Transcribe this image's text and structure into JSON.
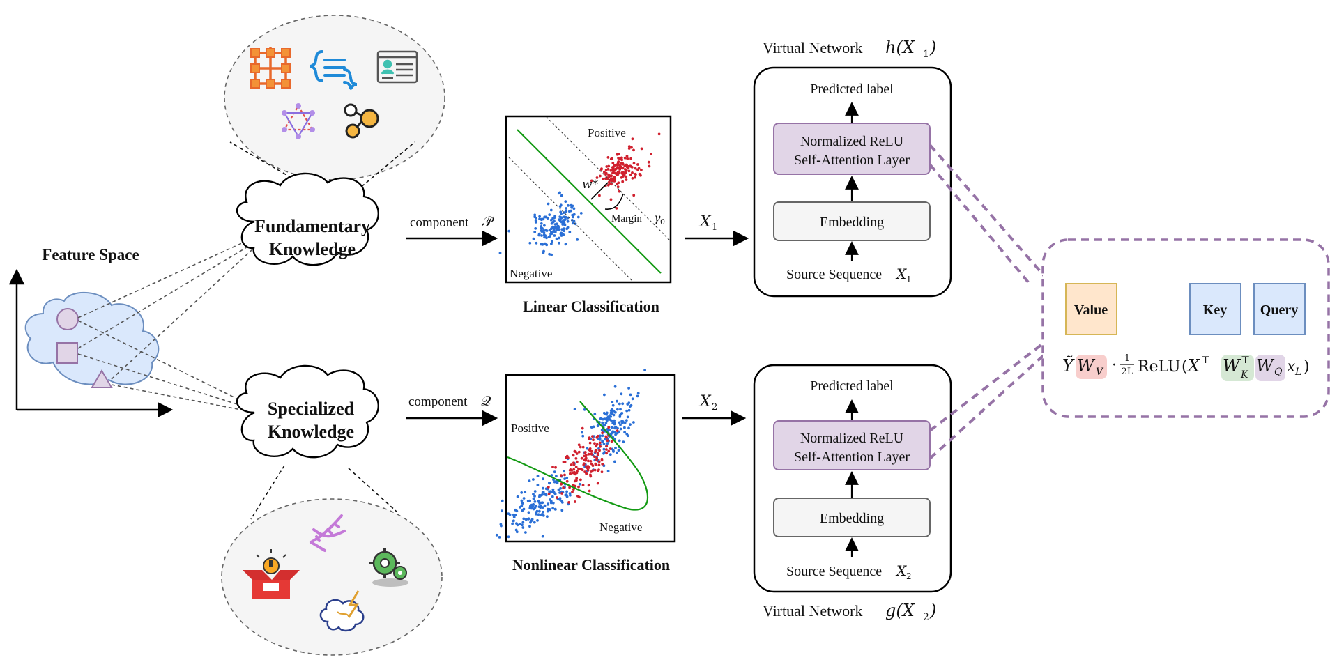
{
  "feature_space": {
    "title": "Feature Space"
  },
  "knowledge": {
    "fundamental": {
      "line1": "Fundamentary",
      "line2": "Knowledge"
    },
    "specialized": {
      "line1": "Specialized",
      "line2": "Knowledge"
    }
  },
  "components": {
    "p_label": "component",
    "p_symbol": "𝒫",
    "q_label": "component",
    "q_symbol": "𝒬"
  },
  "linear_plot": {
    "caption": "Linear Classification",
    "positive": "Positive",
    "negative": "Negative",
    "w_label": "w*",
    "margin_label": "Margin",
    "gamma_label": "γ",
    "gamma_sub": "0"
  },
  "nonlinear_plot": {
    "caption": "Nonlinear Classification",
    "positive": "Positive",
    "negative": "Negative"
  },
  "inputs": {
    "x1": "X",
    "x1_sub": "1",
    "x2": "X",
    "x2_sub": "2"
  },
  "network_top": {
    "title_prefix": "Virtual Network",
    "title_fn": "h(X",
    "title_sub": "1",
    "title_end": ")",
    "predicted": "Predicted label",
    "attention_line1": "Normalized ReLU",
    "attention_line2": "Self-Attention Layer",
    "embedding": "Embedding",
    "source_prefix": "Source Sequence",
    "source_var": "X",
    "source_sub": "1"
  },
  "network_bottom": {
    "title_prefix": "Virtual Network",
    "title_fn": "g(X",
    "title_sub": "2",
    "title_end": ")",
    "predicted": "Predicted label",
    "attention_line1": "Normalized ReLU",
    "attention_line2": "Self-Attention Layer",
    "embedding": "Embedding",
    "source_prefix": "Source Sequence",
    "source_var": "X",
    "source_sub": "2"
  },
  "attention_detail": {
    "value": "Value",
    "key": "Key",
    "query": "Query",
    "formula": {
      "y": "Ỹ",
      "wv": "W",
      "wv_sub": "V",
      "dot": "·",
      "frac_num": "1",
      "frac_den": "2L",
      "relu": "ReLU",
      "open": "(",
      "x": "X",
      "x_sup": "⊤",
      "wk": "W",
      "wk_sup": "⊤",
      "wk_sub": "K",
      "wq": "W",
      "wq_sub": "Q",
      "xl": "x",
      "xl_sub": "L",
      "close": ")"
    }
  },
  "icons": {
    "fundamental": [
      "grid-network-icon",
      "code-list-icon",
      "id-card-icon",
      "star-of-david-icon",
      "molecule-icon"
    ],
    "specialized": [
      "dna-icon",
      "idea-box-icon",
      "gear-icon",
      "brain-lightning-icon"
    ]
  },
  "colors": {
    "purple_border": "#9673a6",
    "purple_fill": "#e1d5e7",
    "value_fill": "#ffe6cc",
    "value_border": "#d6b656",
    "kq_fill": "#dae8fc",
    "kq_border": "#6c8ebf",
    "red_dot": "#d0202e",
    "blue_dot": "#2a6fd6",
    "green_line": "#139a13",
    "wv_highlight": "#f8cecc",
    "wk_highlight": "#d5e8d4",
    "wq_highlight": "#e1d5e7"
  }
}
